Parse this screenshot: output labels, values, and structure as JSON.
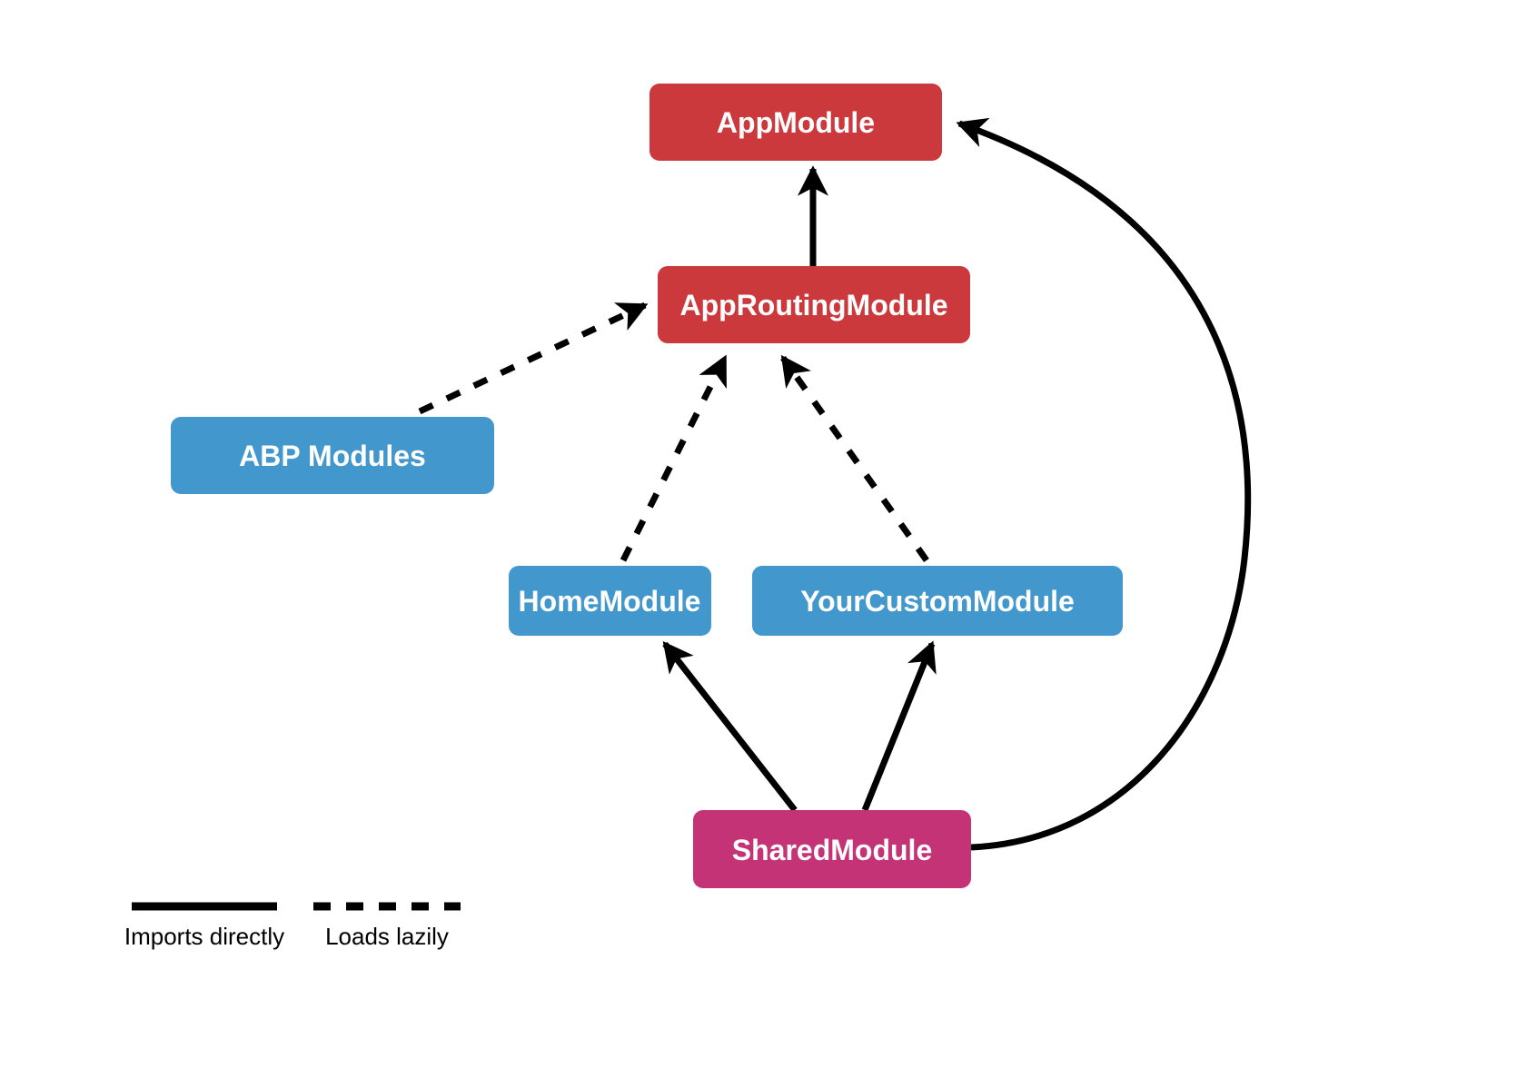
{
  "diagram": {
    "type": "module-dependency-diagram",
    "nodes": [
      {
        "id": "app-module",
        "label": "AppModule",
        "color_key": "red"
      },
      {
        "id": "app-routing-module",
        "label": "AppRoutingModule",
        "color_key": "red"
      },
      {
        "id": "abp-modules",
        "label": "ABP Modules",
        "color_key": "blue"
      },
      {
        "id": "home-module",
        "label": "HomeModule",
        "color_key": "blue"
      },
      {
        "id": "your-custom-module",
        "label": "YourCustomModule",
        "color_key": "blue"
      },
      {
        "id": "shared-module",
        "label": "SharedModule",
        "color_key": "magenta"
      }
    ],
    "edges": [
      {
        "from": "AppRoutingModule",
        "to": "AppModule",
        "relation": "Imports directly",
        "style": "solid",
        "shape": "straight"
      },
      {
        "from": "ABP Modules",
        "to": "AppRoutingModule",
        "relation": "Loads lazily",
        "style": "dashed",
        "shape": "straight"
      },
      {
        "from": "HomeModule",
        "to": "AppRoutingModule",
        "relation": "Loads lazily",
        "style": "dashed",
        "shape": "straight"
      },
      {
        "from": "YourCustomModule",
        "to": "AppRoutingModule",
        "relation": "Loads lazily",
        "style": "dashed",
        "shape": "straight"
      },
      {
        "from": "SharedModule",
        "to": "HomeModule",
        "relation": "Imports directly",
        "style": "solid",
        "shape": "straight"
      },
      {
        "from": "SharedModule",
        "to": "YourCustomModule",
        "relation": "Imports directly",
        "style": "solid",
        "shape": "straight"
      },
      {
        "from": "SharedModule",
        "to": "AppModule",
        "relation": "Imports directly",
        "style": "solid",
        "shape": "curved"
      }
    ],
    "legend": [
      {
        "style": "solid",
        "label": "Imports directly"
      },
      {
        "style": "dashed",
        "label": "Loads lazily"
      }
    ],
    "colors": {
      "red": "#CB393D",
      "blue": "#4298CD",
      "magenta": "#C53377",
      "line": "#000000",
      "label_text": "#FFFFFF"
    }
  }
}
